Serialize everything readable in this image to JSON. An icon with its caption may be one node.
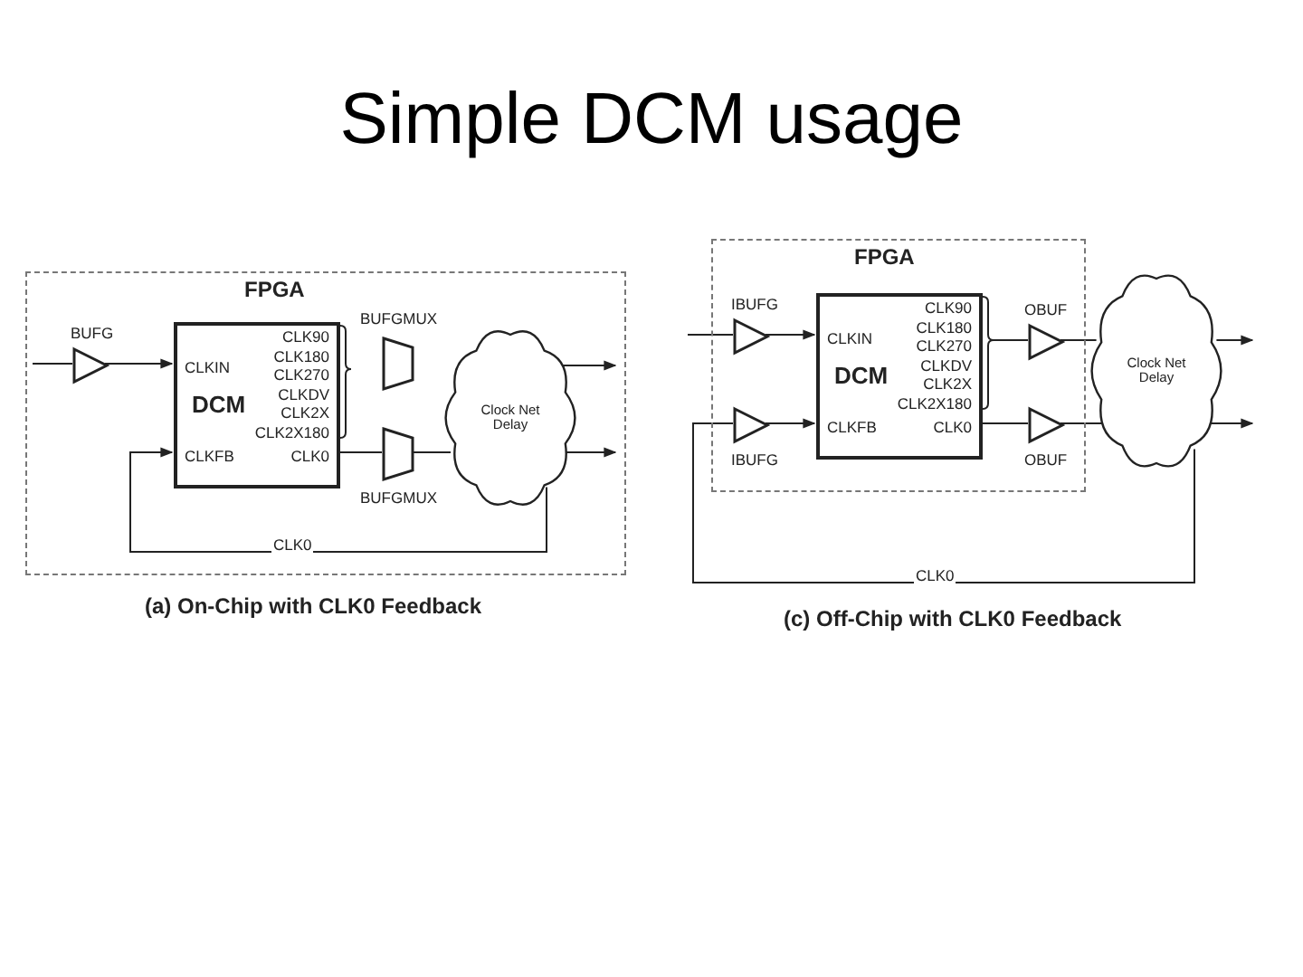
{
  "diagram": {
    "title": "Simple DCM usage",
    "nodes": [
      {
        "text": [
          "FPGA"
        ]
      },
      {
        "text": [
          "BUFG"
        ],
        "in": 0
      },
      {
        "text": [
          "CLK90",
          "CLK180",
          "CLKIN",
          "CLK270",
          "CLKDV",
          "DCM",
          "CLK2X",
          "CLK2X180",
          "CLKFB",
          "CLK0"
        ],
        "in": 0
      },
      {
        "text": [
          "BUFGMUX"
        ],
        "in": 0
      },
      {
        "text": [
          "BUFGMUX"
        ],
        "in": 0
      },
      {
        "text": [
          "Clock Net Delay"
        ],
        "in": 0
      },
      {
        "text": [
          "FPGA"
        ]
      },
      {
        "text": [
          "IBUFG"
        ],
        "in": 6
      },
      {
        "text": [
          "IBUFG"
        ],
        "in": 6
      },
      {
        "text": [
          "CLK90",
          "CLK180",
          "CLKIN",
          "CLK270",
          "CLKDV",
          "DCM",
          "CLK2X",
          "CLK2X180",
          "CLKFB",
          "CLK0"
        ],
        "in": 6
      },
      {
        "text": [
          "OBUF"
        ],
        "in": 6
      },
      {
        "text": [
          "OBUF"
        ],
        "in": 6
      },
      {
        "text": [
          "Clock Net Delay"
        ]
      }
    ],
    "edges": [
      {
        "from": null,
        "to": 1,
        "arrow": "none"
      },
      {
        "from": 1,
        "to": 2,
        "arrow": "to"
      },
      {
        "from": 2,
        "to": 4,
        "arrow": "none"
      },
      {
        "from": 4,
        "to": 5,
        "arrow": "none"
      },
      {
        "from": 5,
        "to": null,
        "arrow": "to"
      },
      {
        "from": 5,
        "to": null,
        "arrow": "to"
      },
      {
        "from": 5,
        "to": 2,
        "arrow": "to",
        "label": "CLK0"
      },
      {
        "from": null,
        "to": 7,
        "arrow": "none"
      },
      {
        "from": 7,
        "to": 9,
        "arrow": "to"
      },
      {
        "from": 8,
        "to": 9,
        "arrow": "to"
      },
      {
        "from": 9,
        "to": 10,
        "arrow": "none"
      },
      {
        "from": 9,
        "to": 11,
        "arrow": "none"
      },
      {
        "from": 10,
        "to": 12,
        "arrow": "none"
      },
      {
        "from": 11,
        "to": 12,
        "arrow": "none"
      },
      {
        "from": 12,
        "to": null,
        "arrow": "to"
      },
      {
        "from": 12,
        "to": null,
        "arrow": "to"
      },
      {
        "from": 12,
        "to": 8,
        "arrow": "none",
        "label": "CLK0"
      }
    ],
    "labels": [
      "(a) On-Chip with CLK0 Feedback",
      "(c) Off-Chip with CLK0 Feedback"
    ]
  }
}
